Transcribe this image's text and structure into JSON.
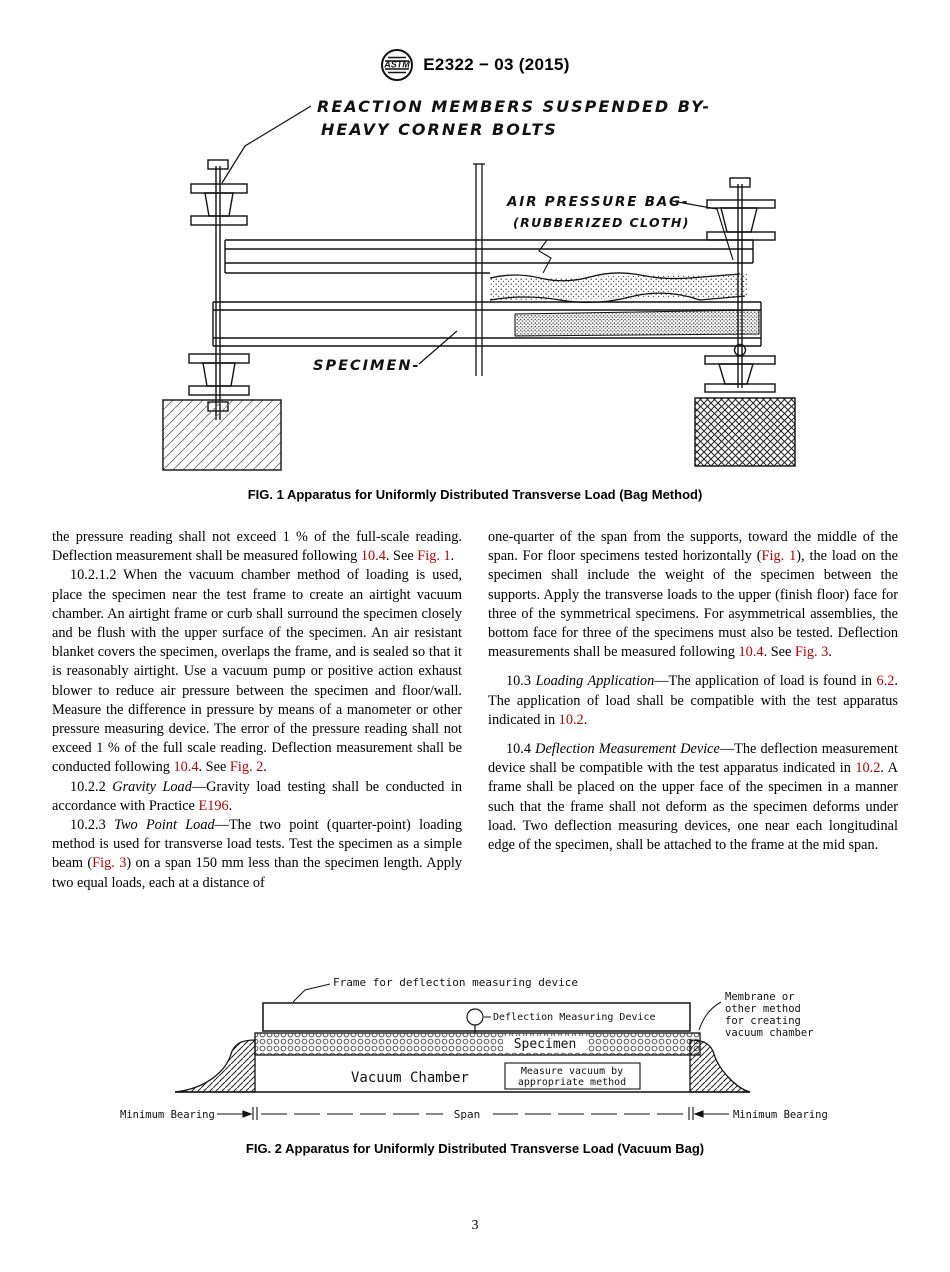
{
  "colors": {
    "link": "#bb0000",
    "ink": "#111111"
  },
  "header": {
    "logo_text": "ASTM",
    "designation": "E2322 − 03 (2015)"
  },
  "fig1": {
    "labels": {
      "reaction_line1": "REACTION MEMBERS SUSPENDED BY-",
      "reaction_line2": "HEAVY CORNER BOLTS",
      "air_bag_line1": "AIR PRESSURE BAG-",
      "air_bag_line2": "(RUBBERIZED CLOTH)",
      "specimen": "SPECIMEN-"
    },
    "caption": "FIG. 1 Apparatus for Uniformly Distributed Transverse Load (Bag Method)"
  },
  "body": {
    "left": [
      {
        "indent": false,
        "runs": [
          {
            "t": "the pressure reading shall not exceed 1 % of the full-scale reading. Deflection measurement shall be measured following "
          },
          {
            "t": "10.4",
            "c": "link"
          },
          {
            "t": ". See "
          },
          {
            "t": "Fig. 1",
            "c": "link"
          },
          {
            "t": "."
          }
        ]
      },
      {
        "indent": true,
        "runs": [
          {
            "t": "10.2.1.2 When the vacuum chamber method of loading is used, place the specimen near the test frame to create an airtight vacuum chamber. An airtight frame or curb shall surround the specimen closely and be flush with the upper surface of the specimen. An air resistant blanket covers the specimen, overlaps the frame, and is sealed so that it is reasonably airtight. Use a vacuum pump or positive action exhaust blower to reduce air pressure between the specimen and floor/wall. Measure the difference in pressure by means of a manometer or other pressure measuring device. The error of the pressure reading shall not exceed 1 % of the full scale reading. Deflection measurement shall be conducted following "
          },
          {
            "t": "10.4",
            "c": "link"
          },
          {
            "t": ". See "
          },
          {
            "t": "Fig. 2",
            "c": "link"
          },
          {
            "t": "."
          }
        ]
      },
      {
        "indent": true,
        "runs": [
          {
            "t": "10.2.2 "
          },
          {
            "t": "Gravity Load",
            "c": "i"
          },
          {
            "t": "—Gravity load testing shall be conducted in accordance with Practice "
          },
          {
            "t": "E196",
            "c": "link"
          },
          {
            "t": "."
          }
        ]
      },
      {
        "indent": true,
        "runs": [
          {
            "t": "10.2.3 "
          },
          {
            "t": "Two Point Load",
            "c": "i"
          },
          {
            "t": "—The two point (quarter-point) loading method is used for transverse load tests. Test the specimen as a simple beam ("
          },
          {
            "t": "Fig. 3",
            "c": "link"
          },
          {
            "t": ") on a span 150 mm less than the specimen length. Apply two equal loads, each at a distance of"
          }
        ]
      }
    ],
    "right": [
      {
        "indent": false,
        "runs": [
          {
            "t": "one-quarter of the span from the supports, toward the middle of the span. For floor specimens tested horizontally ("
          },
          {
            "t": "Fig. 1",
            "c": "link"
          },
          {
            "t": "), the load on the specimen shall include the weight of the specimen between the supports. Apply the transverse loads to the upper (finish floor) face for three of the symmetrical specimens. For asymmetrical assemblies, the bottom face for three of the specimens must also be tested. Deflection measurements shall be measured following "
          },
          {
            "t": "10.4",
            "c": "link"
          },
          {
            "t": ". See "
          },
          {
            "t": "Fig. 3",
            "c": "link"
          },
          {
            "t": "."
          }
        ]
      },
      {
        "indent": true,
        "spaced": true,
        "runs": [
          {
            "t": "10.3 "
          },
          {
            "t": "Loading Application",
            "c": "i"
          },
          {
            "t": "—The application of load is found in "
          },
          {
            "t": "6.2",
            "c": "link"
          },
          {
            "t": ". The application of load shall be compatible with the test apparatus indicated in "
          },
          {
            "t": "10.2",
            "c": "link"
          },
          {
            "t": "."
          }
        ]
      },
      {
        "indent": true,
        "spaced": true,
        "runs": [
          {
            "t": "10.4 "
          },
          {
            "t": "Deflection Measurement Device",
            "c": "i"
          },
          {
            "t": "—The deflection measurement device shall be compatible with the test apparatus indicated in "
          },
          {
            "t": "10.2",
            "c": "link"
          },
          {
            "t": ". A frame shall be placed on the upper face of the specimen in a manner such that the frame shall not deform as the specimen deforms under load. Two deflection measuring devices, one near each longitudinal edge of the specimen, shall be attached to the frame at the mid span."
          }
        ]
      }
    ]
  },
  "fig2": {
    "labels": {
      "frame": "Frame for deflection measuring device",
      "dmd": "Deflection Measuring Device",
      "specimen": "Specimen",
      "vacuum_chamber": "Vacuum Chamber",
      "measure_line1": "Measure vacuum by",
      "measure_line2": "appropriate method",
      "membrane": [
        "Membrane or",
        "other method",
        "for creating",
        "vacuum chamber"
      ],
      "min_bearing_left": "Minimum Bearing",
      "span": "Span",
      "min_bearing_right": "Minimum Bearing"
    },
    "caption": "FIG. 2 Apparatus for Uniformly Distributed Transverse Load (Vacuum Bag)"
  },
  "page_number": "3"
}
